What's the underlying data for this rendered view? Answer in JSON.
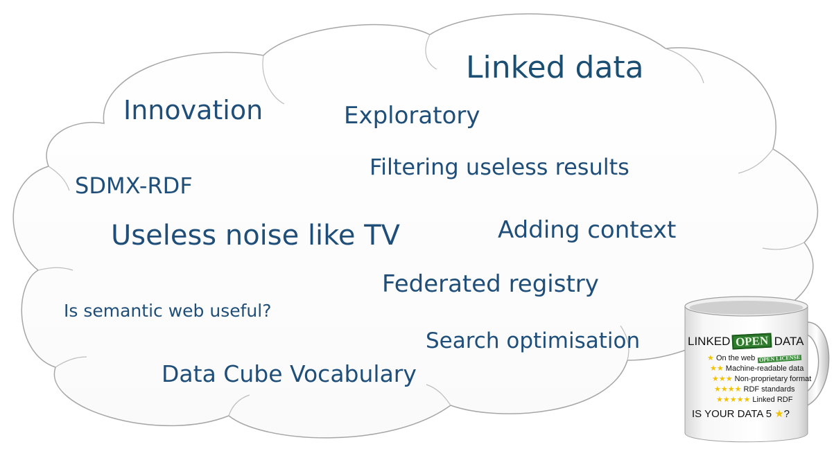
{
  "cloud_words": {
    "linked_data": "Linked data",
    "innovation": "Innovation",
    "exploratory": "Exploratory",
    "filtering": "Filtering useless results",
    "sdmx": "SDMX-RDF",
    "useless_noise": "Useless noise like TV",
    "adding_context": "Adding context",
    "federated": "Federated registry",
    "semantic_web": "Is semantic web useful?",
    "search_opt": "Search optimisation",
    "data_cube": "Data Cube Vocabulary"
  },
  "mug": {
    "head_left": "LINKED",
    "head_open": "OPEN",
    "head_right": "DATA",
    "lines": [
      "On the web",
      "Machine-readable data",
      "Non-proprietary format",
      "RDF standards",
      "Linked RDF"
    ],
    "stamp": "OPEN LICENSE",
    "footer": "IS YOUR DATA 5",
    "footer_suffix": "?"
  },
  "colors": {
    "text": "#1f4e79",
    "cloud_stroke": "#a6a6a6",
    "star": "#f2c200",
    "mug_green": "#2e7d2e"
  },
  "icons": [
    "cloud-shape",
    "mug-image",
    "star-icon"
  ]
}
